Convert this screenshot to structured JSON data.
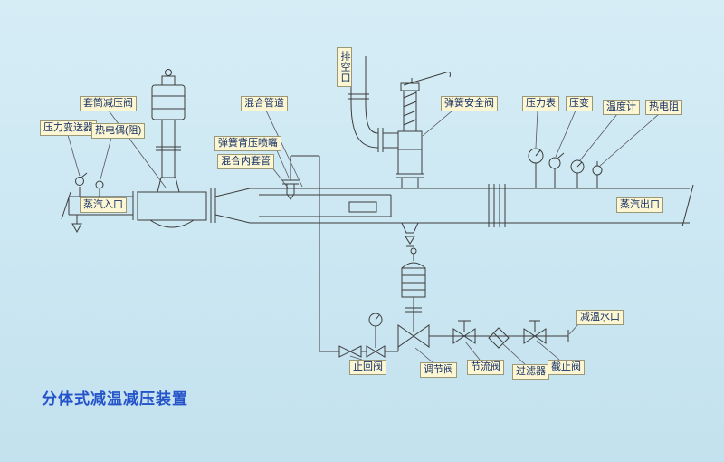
{
  "title": "分体式减温减压装置",
  "colors": {
    "background": "#cbe7f2",
    "label_background": "#fdf6d2",
    "label_border": "#9a9878",
    "label_text": "#173268",
    "title_text": "#2553c9",
    "line": "#3c3c3c"
  },
  "labels": {
    "pressure_transmitter": "压力变送器",
    "thermocouple": "热电偶(阻)",
    "sleeve_prv": "套筒减压阀",
    "steam_inlet": "蒸汽入口",
    "mixing_pipe": "混合管道",
    "spring_backpressure_nozzle": "弹簧背压喷嘴",
    "mixing_inner_sleeve": "混合内套管",
    "vent_port": "排空口",
    "spring_safety_valve": "弹簧安全阀",
    "pressure_gauge": "压力表",
    "pressure_transducer": "压变",
    "thermometer": "温度计",
    "rtd": "热电阻",
    "steam_outlet": "蒸汽出口",
    "cooling_water_inlet": "减温水口",
    "check_valve": "止回阀",
    "control_valve": "调节阀",
    "throttle_valve": "节流阀",
    "strainer": "过滤器",
    "stop_valve": "截止阀"
  }
}
